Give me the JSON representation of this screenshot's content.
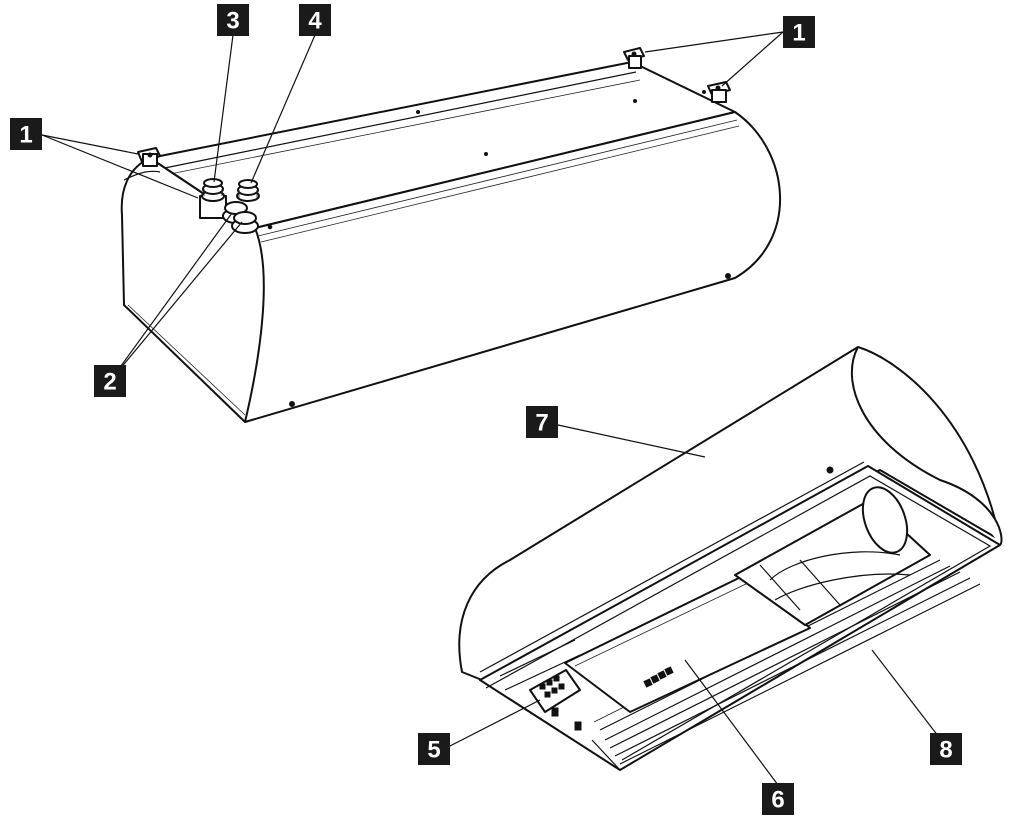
{
  "callouts": {
    "c1_right": "1",
    "c1_left": "1",
    "c2": "2",
    "c3": "3",
    "c4": "4",
    "c5": "5",
    "c6": "6",
    "c7": "7",
    "c8": "8"
  },
  "colors": {
    "ink": "#111111",
    "callout_fill": "#1a1a1a",
    "callout_text": "#ffffff",
    "background": "#ffffff"
  }
}
